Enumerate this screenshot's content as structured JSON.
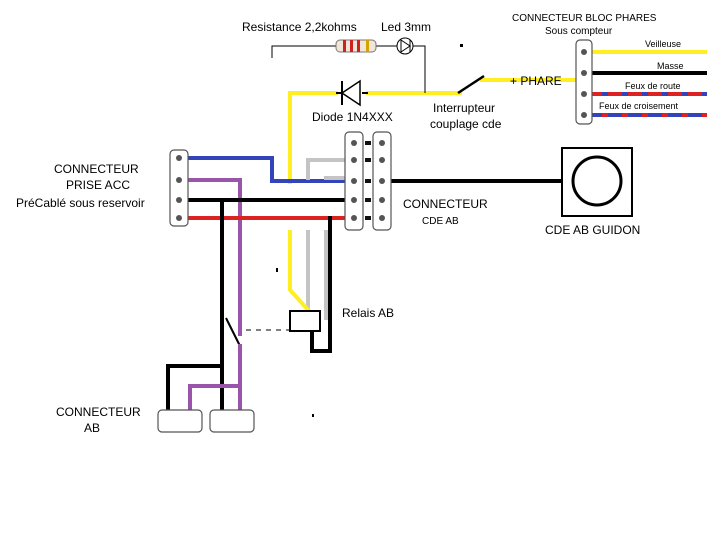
{
  "labels": {
    "resistance": "Resistance 2,2kohms",
    "led": "Led 3mm",
    "diode": "Diode 1N4XXX",
    "switch_line1": "Interrupteur",
    "switch_line2": "couplage cde",
    "phare": "+ PHARE",
    "bloc_line1": "CONNECTEUR BLOC PHARES",
    "bloc_line2": "Sous compteur",
    "veilleuse": "Veilleuse",
    "masse": "Masse",
    "feux_route": "Feux de route",
    "feux_croisement": "Feux de croisement",
    "prise_line1": "CONNECTEUR",
    "prise_line2": "PRISE ACC",
    "prise_line3": "PréCablé sous reservoir",
    "cde_line1": "CONNECTEUR",
    "cde_line2": "CDE AB",
    "guidon": "CDE AB GUIDON",
    "relais": "Relais AB",
    "ab_line1": "CONNECTEUR",
    "ab_line2": "AB"
  },
  "wire_colors": {
    "black": "#000000",
    "yellow": "#ffee22",
    "blue": "#3344bb",
    "purple": "#9955aa",
    "red": "#dd2222",
    "grey": "#c4c4c4"
  }
}
